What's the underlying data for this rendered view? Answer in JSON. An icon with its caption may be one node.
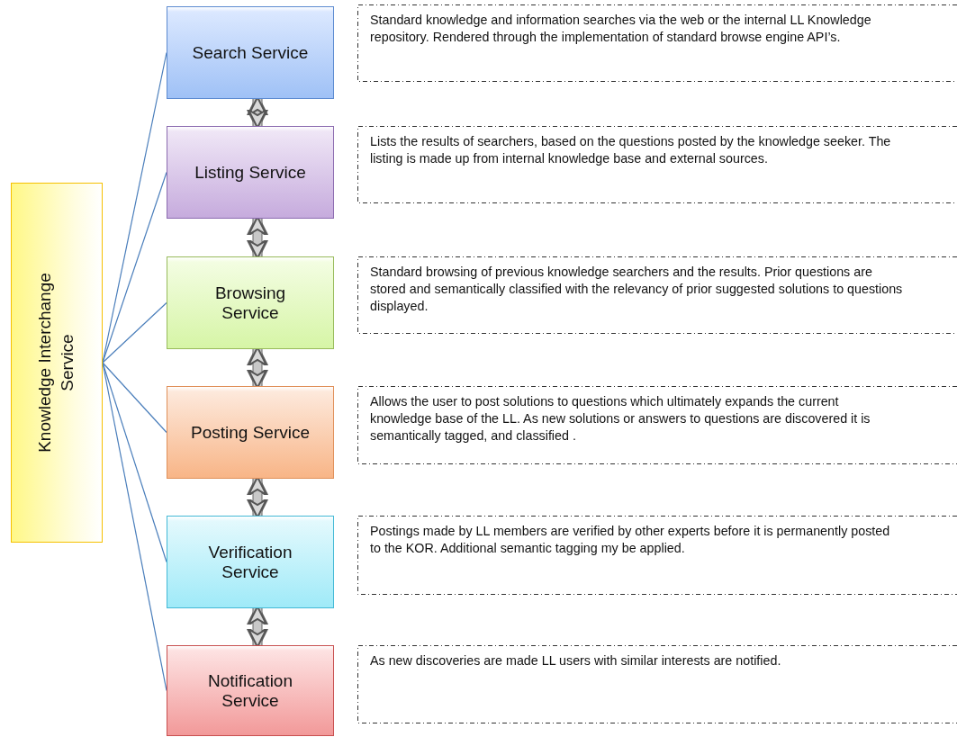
{
  "diagram": {
    "nodes": [
      {
        "text": [
          "Knowledge Interchange Service"
        ]
      },
      {
        "text": [
          "Search Service"
        ]
      },
      {
        "text": [
          "Listing Service"
        ]
      },
      {
        "text": [
          "Browsing Service"
        ]
      },
      {
        "text": [
          "Posting Service"
        ]
      },
      {
        "text": [
          "Verification Service"
        ]
      },
      {
        "text": [
          "Notification Service"
        ]
      },
      {
        "text": [
          "Standard knowledge and information searches via the web or the internal LL Knowledge repository. Rendered through the implementation of standard browse engine API’s."
        ]
      },
      {
        "text": [
          "Lists the results of searchers, based on the questions posted by the knowledge seeker. The listing is made up from internal knowledge base and external sources."
        ]
      },
      {
        "text": [
          "Standard browsing of previous knowledge searchers and the results. Prior questions are stored and semantically classified with the relevancy of prior suggested solutions to questions displayed."
        ]
      },
      {
        "text": [
          "Allows the user to post solutions to questions which ultimately expands the current knowledge base of the LL.  As new solutions or answers to questions are discovered it is semantically tagged, and classified ."
        ]
      },
      {
        "text": [
          "Postings  made by LL members are verified by other experts before it is permanently posted to the KOR. Additional semantic tagging my be applied."
        ]
      },
      {
        "text": [
          "As new discoveries are made LL users with similar interests are notified."
        ]
      }
    ],
    "edges": [
      {
        "from": 0,
        "to": 1,
        "arrow": "none"
      },
      {
        "from": 0,
        "to": 2,
        "arrow": "none"
      },
      {
        "from": 0,
        "to": 3,
        "arrow": "none"
      },
      {
        "from": 0,
        "to": 4,
        "arrow": "none"
      },
      {
        "from": 0,
        "to": 5,
        "arrow": "none"
      },
      {
        "from": 0,
        "to": 6,
        "arrow": "none"
      },
      {
        "from": 1,
        "to": 2,
        "arrow": "both",
        "style": "thick",
        "color": "#c8c8c8"
      },
      {
        "from": 2,
        "to": 3,
        "arrow": "both",
        "style": "thick",
        "color": "#c8c8c8"
      },
      {
        "from": 3,
        "to": 4,
        "arrow": "both",
        "style": "thick",
        "color": "#c8c8c8"
      },
      {
        "from": 4,
        "to": 5,
        "arrow": "both",
        "style": "thick",
        "color": "#c8c8c8"
      },
      {
        "from": 5,
        "to": 6,
        "arrow": "both",
        "style": "thick",
        "color": "#c8c8c8"
      }
    ]
  }
}
